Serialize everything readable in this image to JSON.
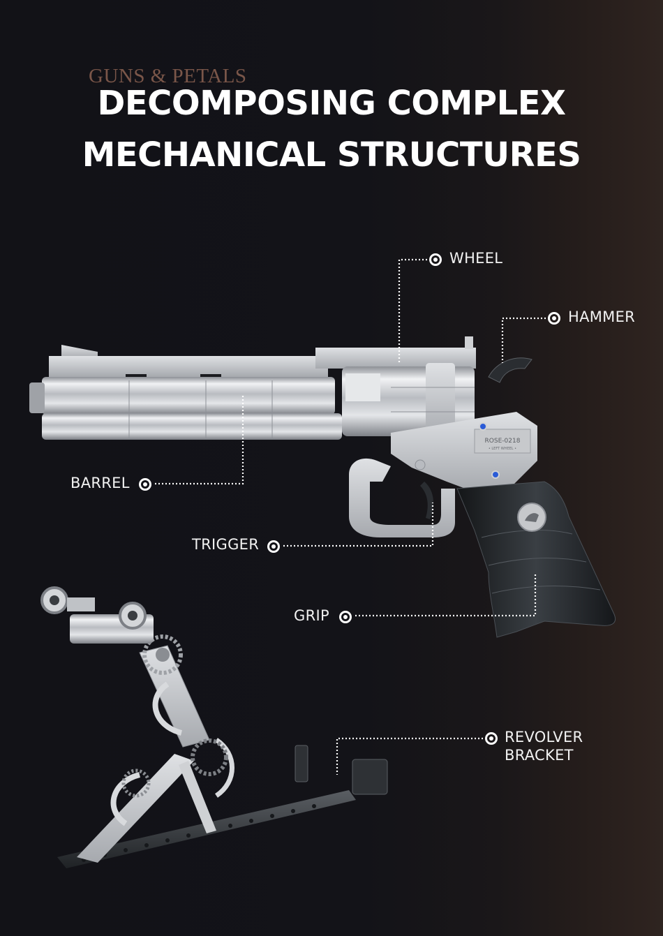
{
  "brand": "GUNS & PETALS",
  "title": {
    "line1": "DECOMPOSING COMPLEX",
    "line2": "MECHANICAL STRUCTURES"
  },
  "product": {
    "model_plate": "ROSE-0218",
    "model_plate_sub": "• LEFT WHEEL •"
  },
  "callouts": [
    {
      "id": "wheel",
      "label": "WHEEL",
      "icon": "target-dot-icon"
    },
    {
      "id": "hammer",
      "label": "HAMMER",
      "icon": "target-dot-icon"
    },
    {
      "id": "barrel",
      "label": "BARREL",
      "icon": "target-dot-icon"
    },
    {
      "id": "trigger",
      "label": "TRIGGER",
      "icon": "target-dot-icon"
    },
    {
      "id": "grip",
      "label": "GRIP",
      "icon": "target-dot-icon"
    },
    {
      "id": "bracket",
      "label_line1": "REVOLVER",
      "label_line2": "BRACKET",
      "icon": "target-dot-icon"
    }
  ],
  "colors": {
    "background": "#131318",
    "background_warm": "#2f2420",
    "brand": "#7a5649",
    "text": "#ffffff",
    "silver": "#c9cbcf",
    "grip_black": "#1e2124",
    "screw_blue": "#2a5bd7"
  }
}
